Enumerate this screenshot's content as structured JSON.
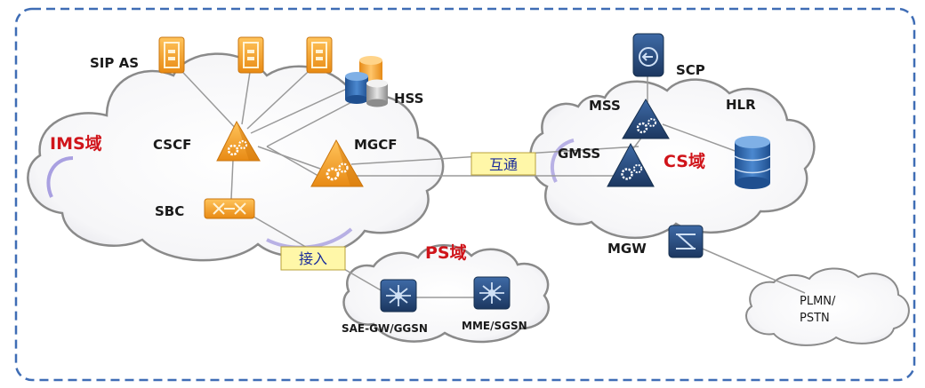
{
  "domains": {
    "ims": "IMS域",
    "cs": "CS域",
    "ps": "PS域"
  },
  "nodes": {
    "sip_as": "SIP AS",
    "hss": "HSS",
    "cscf": "CSCF",
    "mgcf": "MGCF",
    "sbc": "SBC",
    "scp": "SCP",
    "mss": "MSS",
    "hlr": "HLR",
    "gmss": "GMSS",
    "mgw": "MGW",
    "sae_gw": "SAE-GW/GGSN",
    "mme": "MME/SGSN",
    "plmn_line1": "PLMN/",
    "plmn_line2": "PSTN"
  },
  "tags": {
    "interwork": "互通",
    "access": "接入"
  },
  "colors": {
    "frame": "#3f6db5",
    "cloud_stroke": "#8a8a8a",
    "cloud_shade": "#6a5acd",
    "orange": "#f4a330",
    "navy": "#24426e",
    "domain_red": "#d0141a",
    "tag_fill": "#fff7a8",
    "tag_text": "#1a2c9b"
  },
  "icons": {
    "sip_as": "server-icon",
    "hss": "database-icon",
    "cscf": "gear-triangle-icon",
    "mgcf": "gear-triangle-icon",
    "sbc": "border-controller-icon",
    "scp": "control-point-icon",
    "mss": "gear-triangle-icon",
    "gmss": "gear-triangle-icon",
    "hlr": "database-icon",
    "mgw": "gateway-icon",
    "sae_gw": "router-icon",
    "mme": "router-icon"
  }
}
